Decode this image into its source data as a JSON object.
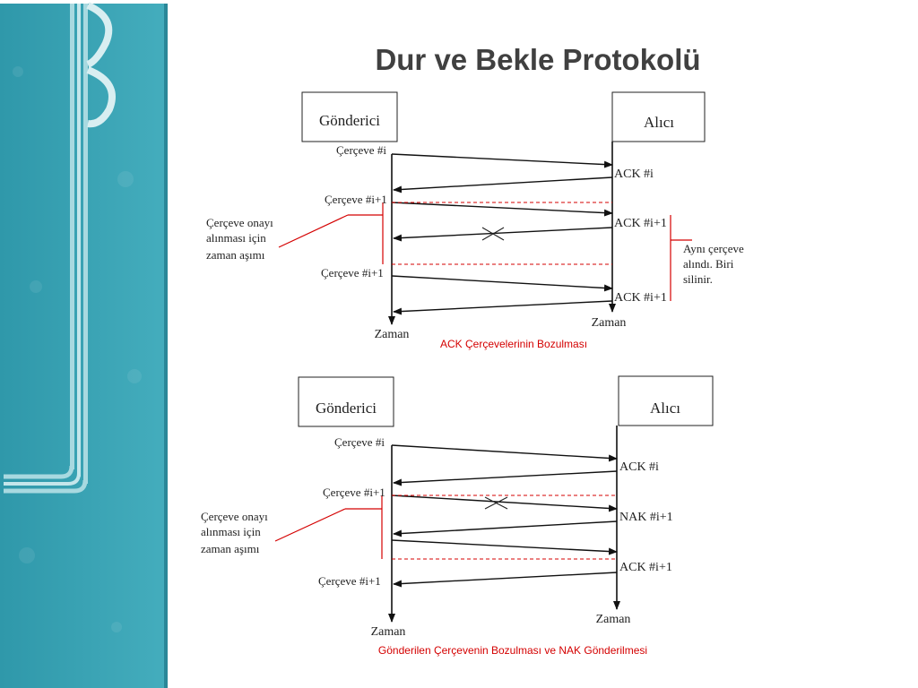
{
  "slide": {
    "title": "Dur ve Bekle Protokolü"
  },
  "diagram1": {
    "sender": "Gönderici",
    "receiver": "Alıcı",
    "frame_i": "Çerçeve #i",
    "frame_i1_a": "Çerçeve #i+1",
    "frame_i1_b": "Çerçeve #i+1",
    "ack_i": "ACK #i",
    "ack_i1_a": "ACK #i+1",
    "ack_i1_b": "ACK #i+1",
    "timeout_l1": "Çerçeve onayı",
    "timeout_l2": "alınması için",
    "timeout_l3": "zaman aşımı",
    "dup_l1": "Aynı çerçeve",
    "dup_l2": "alındı. Biri",
    "dup_l3": "silinir.",
    "time_sender": "Zaman",
    "time_receiver": "Zaman",
    "caption": "ACK Çerçevelerinin Bozulması"
  },
  "diagram2": {
    "sender": "Gönderici",
    "receiver": "Alıcı",
    "frame_i": "Çerçeve #i",
    "frame_i1_a": "Çerçeve #i+1",
    "frame_i1_b": "Çerçeve #i+1",
    "ack_i": "ACK #i",
    "nak_i1": "NAK #i+1",
    "ack_i1": "ACK #i+1",
    "timeout_l1": "Çerçeve onayı",
    "timeout_l2": "alınması için",
    "timeout_l3": "zaman aşımı",
    "time_sender": "Zaman",
    "time_receiver": "Zaman",
    "caption": "Gönderilen Çerçevenin Bozulması ve NAK Gönderilmesi"
  },
  "colors": {
    "accent": "#d40000",
    "sidebar": "#3ba3b5",
    "title": "#404040"
  }
}
